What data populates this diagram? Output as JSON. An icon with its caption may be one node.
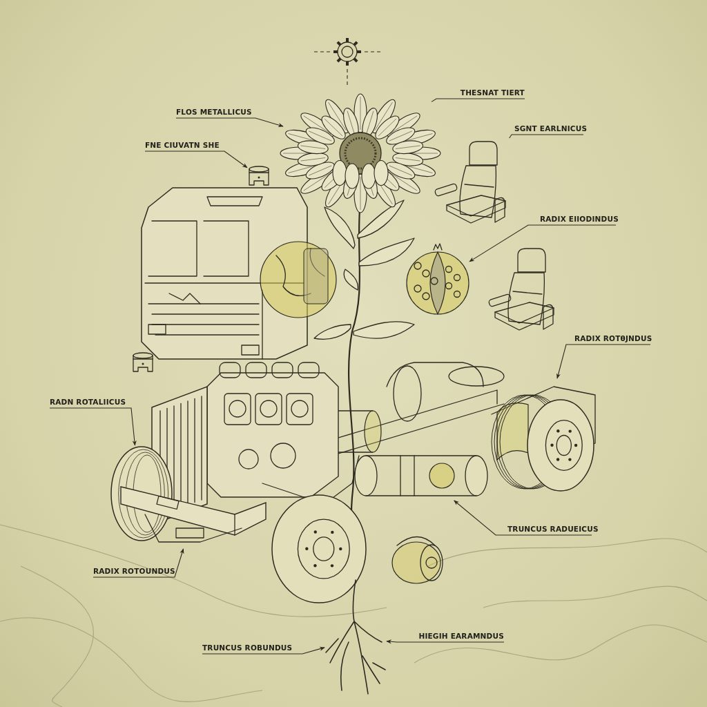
{
  "diagram": {
    "nodes": [
      {
        "text": [
          "FLOS METALLICUS"
        ]
      },
      {
        "text": [
          "FNE CIUVATN SHE"
        ]
      },
      {
        "text": [
          "THESNAT TIERT"
        ]
      },
      {
        "text": [
          "SGNT EARLNICUS"
        ]
      },
      {
        "text": [
          "RADIX EIIODINDUS"
        ]
      },
      {
        "text": [
          "RADIX ROTθJNDUS"
        ]
      },
      {
        "text": [
          "RADN ROTALIICUS"
        ]
      },
      {
        "text": [
          "TRUNCUS RADUEICUS"
        ]
      },
      {
        "text": [
          "RADIX ROTOUNDUS"
        ]
      },
      {
        "text": [
          "TRUNCUS ROBUNDUS"
        ]
      },
      {
        "text": [
          "HIEGIH EARAMNDUS"
        ]
      },
      {
        "text": [],
        "shape": "picture"
      },
      {
        "text": [],
        "shape": "picture"
      },
      {
        "text": [],
        "shape": "picture"
      },
      {
        "text": [],
        "shape": "picture"
      },
      {
        "text": [],
        "shape": "picture"
      },
      {
        "text": [],
        "shape": "picture"
      },
      {
        "text": [],
        "shape": "picture"
      },
      {
        "text": [],
        "shape": "picture"
      },
      {
        "text": [],
        "shape": "picture"
      }
    ],
    "edges": [
      {
        "from": 0,
        "to": 11,
        "arrow": "to"
      },
      {
        "from": 1,
        "to": 12,
        "arrow": "to"
      },
      {
        "from": 2,
        "to": 11,
        "arrow": "none"
      },
      {
        "from": 3,
        "to": 13,
        "arrow": "none"
      },
      {
        "from": 4,
        "to": 14,
        "arrow": "to"
      },
      {
        "from": 5,
        "to": 15,
        "arrow": "to"
      },
      {
        "from": 6,
        "to": 16,
        "arrow": "to"
      },
      {
        "from": 7,
        "to": 17,
        "arrow": "to"
      },
      {
        "from": 8,
        "to": 18,
        "arrow": "to"
      },
      {
        "from": 9,
        "to": 19,
        "arrow": "to"
      },
      {
        "from": 10,
        "to": 19,
        "arrow": "to"
      }
    ]
  }
}
